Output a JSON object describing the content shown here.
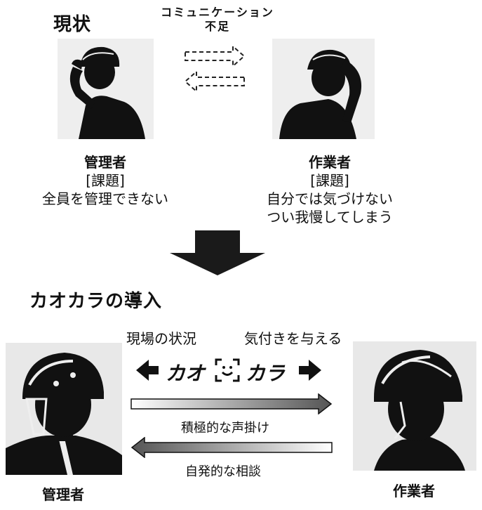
{
  "current": {
    "heading": "現状",
    "comm_line1": "コミュニケーション",
    "comm_line2": "不足",
    "manager": {
      "role": "管理者",
      "issue_label": "[課題]",
      "issue_text": "全員を管理できない"
    },
    "worker": {
      "role": "作業者",
      "issue_label": "[課題]",
      "issue_lines": [
        "自分では気づけない",
        "つい我慢してしまう"
      ]
    }
  },
  "intro": {
    "heading": "カオカラの導入",
    "left_caption": "現場の状況",
    "right_caption": "気付きを与える",
    "logo_left": "カオ",
    "logo_right": "カラ",
    "arrow_right_label": "積極的な声掛け",
    "arrow_left_label": "自発的な相談",
    "manager_role": "管理者",
    "worker_role": "作業者"
  }
}
